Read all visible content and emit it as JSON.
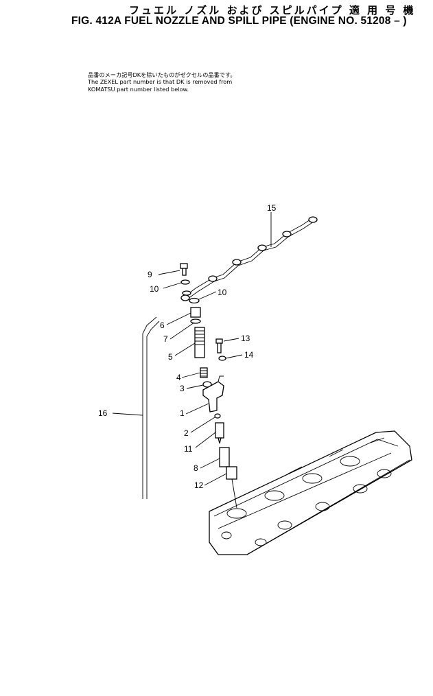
{
  "header": {
    "title_jp": "フュエル ノズル および スピルパイプ 適 用 号 機",
    "title": "FIG. 412A  FUEL NOZZLE AND SPILL PIPE (ENGINE NO. 51208 – )"
  },
  "notes": [
    "品番のメーカ記号DKを除いたものがゼクセルの品番です。",
    "The ZEXEL part number is that DK is removed from",
    "KOMATSU part number listed below."
  ],
  "callouts": [
    {
      "label": "15"
    },
    {
      "label": "9"
    },
    {
      "label": "10"
    },
    {
      "label": "10"
    },
    {
      "label": "6"
    },
    {
      "label": "7"
    },
    {
      "label": "13"
    },
    {
      "label": "14"
    },
    {
      "label": "5"
    },
    {
      "label": "4"
    },
    {
      "label": "3"
    },
    {
      "label": "16"
    },
    {
      "label": "1"
    },
    {
      "label": "2"
    },
    {
      "label": "11"
    },
    {
      "label": "8"
    },
    {
      "label": "12"
    }
  ]
}
